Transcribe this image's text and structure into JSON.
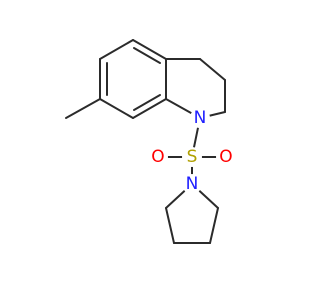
{
  "molecule": {
    "atoms": {
      "n_ring": {
        "symbol": "N"
      },
      "s": {
        "symbol": "S"
      },
      "o_left": {
        "symbol": "O"
      },
      "o_right": {
        "symbol": "O"
      },
      "n_pyrrolidine": {
        "symbol": "N"
      }
    }
  },
  "colors": {
    "bond": "#2b2b2b",
    "nitrogen": "#2020ff",
    "sulfur": "#b0a000",
    "oxygen": "#ff0000"
  }
}
